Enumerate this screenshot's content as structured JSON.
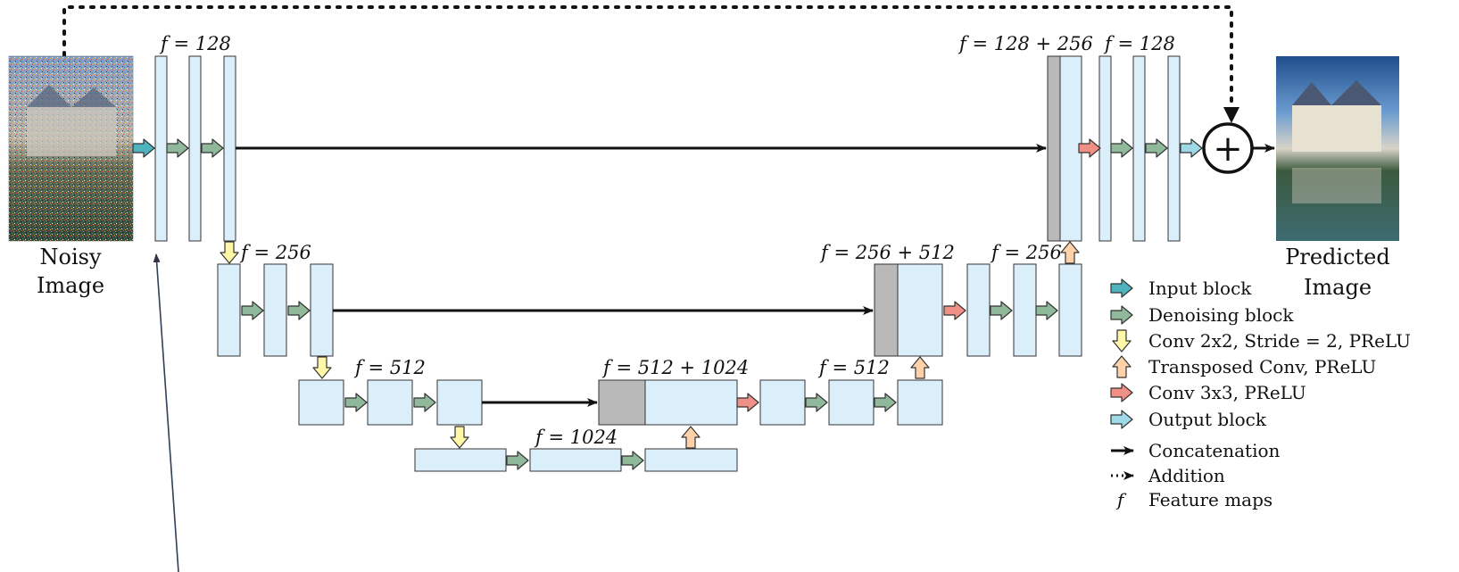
{
  "diagram": {
    "input_caption": [
      "Noisy",
      "Image"
    ],
    "output_caption": [
      "Predicted",
      "Image"
    ],
    "feature_labels": {
      "enc1": "f = 128",
      "enc2": "f = 256",
      "enc3": "f = 512",
      "bottleneck": "f = 1024",
      "dec3_concat": "f = 512 + 1024",
      "dec3": "f = 512",
      "dec2_concat": "f = 256 + 512",
      "dec2": "f = 256",
      "dec1_concat": "f = 128 + 256",
      "dec1": "f = 128"
    },
    "addition_symbol": "+"
  },
  "legend": {
    "items": [
      {
        "label": "Input block",
        "color": "#4fb3bf"
      },
      {
        "label": "Denoising block",
        "color": "#8fb99a"
      },
      {
        "label": "Conv 2x2, Stride = 2, PReLU",
        "color": "#fff6a8"
      },
      {
        "label": "Transposed Conv, PReLU",
        "color": "#ffd1a8"
      },
      {
        "label": "Conv 3x3, PReLU",
        "color": "#ef8f86"
      },
      {
        "label": "Output block",
        "color": "#9fd8e6"
      }
    ],
    "concatenation": "Concatenation",
    "addition": "Addition",
    "feature_symbol": "f",
    "feature_maps": "Feature maps"
  },
  "colors": {
    "block_fill": "#dbeffb",
    "concat_fill": "#b9b9b9",
    "block_stroke": "#333333"
  }
}
